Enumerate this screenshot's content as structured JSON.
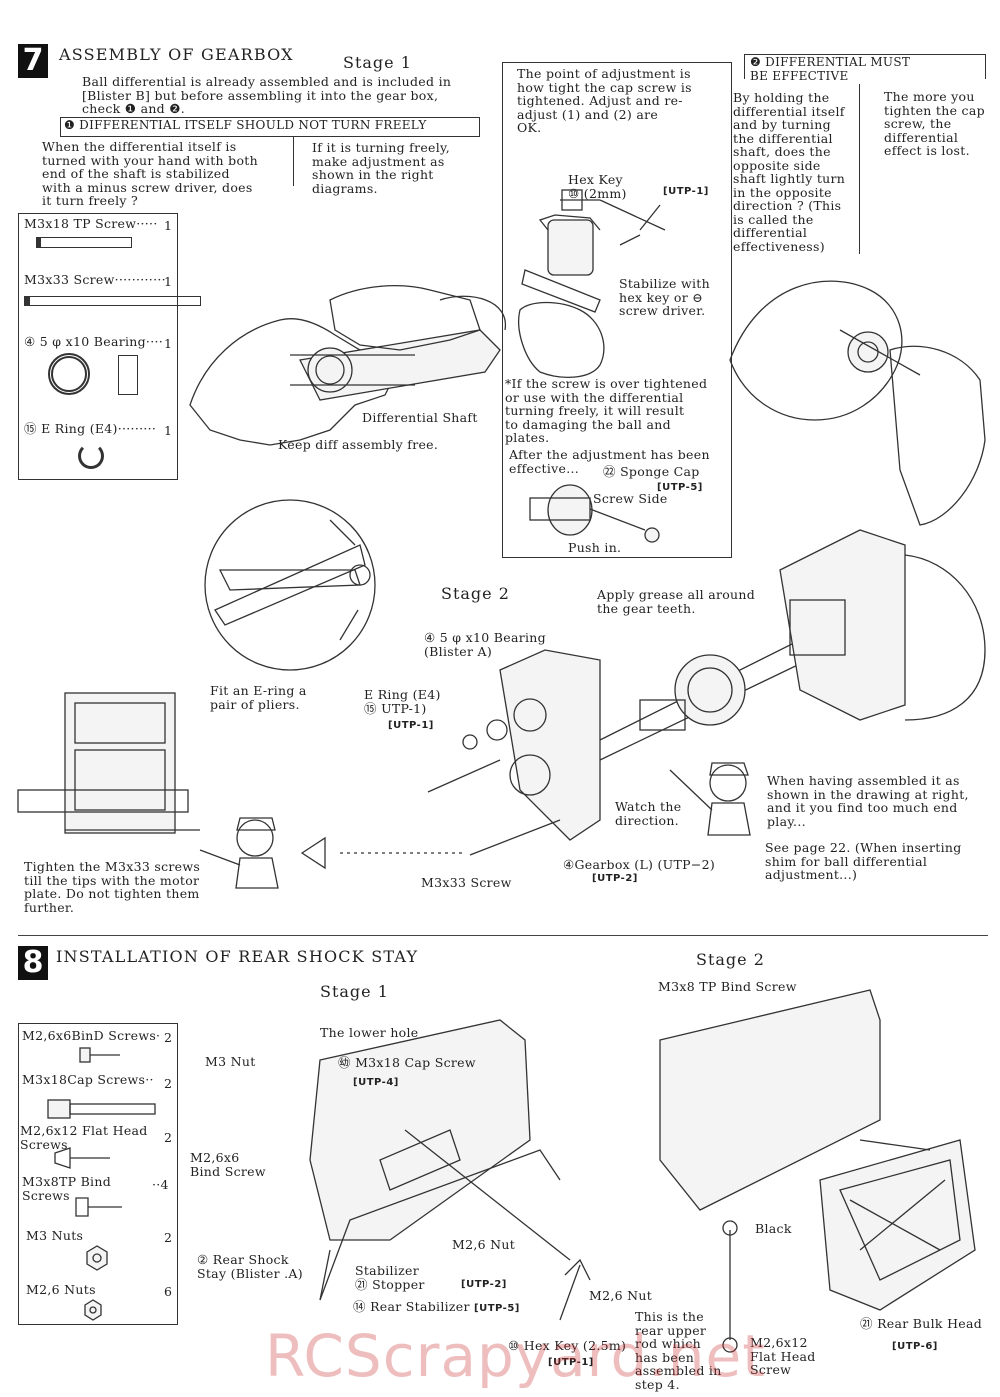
{
  "watermark": "RCScrapyard.net",
  "s7": {
    "number": "7",
    "title": "ASSEMBLY OF GEARBOX",
    "stage1": "Stage 1",
    "stage2": "Stage 2",
    "intro": "Ball differential is already assembled and is included in\n[Blister B]  but before assembling it into the gear box,\ncheck ❶ and ❷.",
    "check1_title": "❶ DIFFERENTIAL ITSELF SHOULD NOT TURN FREELY",
    "check1_left": "When the differential itself is\nturned with your hand with both\nend of the shaft is stabilized\nwith a minus screw driver, does\nit turn freely ?",
    "check1_right": "If it is turning freely,\nmake adjustment as\nshown in the right\ndiagrams.",
    "parts": [
      {
        "name": "M3x18  TP  Screw·····",
        "qty": "1"
      },
      {
        "name": "M3x33  Screw············",
        "qty": "1"
      },
      {
        "name": "④ 5 φ x10  Bearing····",
        "qty": "1"
      },
      {
        "name": "⑮ E  Ring  (E4)·········",
        "qty": "1"
      }
    ],
    "diff_shaft": "Differential  Shaft",
    "keep_free": "Keep  diff  assembly  free.",
    "adjust_box": {
      "point": "The  point  of  adjustment  is\nhow  tight  the  cap  screw  is\ntightened.  Adjust  and  re-\nadjust  (1)  and  (2)  are\nOK.",
      "hex_key": "Hex  Key\n⑩ (2mm)",
      "utp1": "[UTP-1]",
      "stabilize": "Stabilize  with\nhex  key  or ⊖\nscrew  driver.",
      "warning": "*If  the  screw  is  over  tightened\n or  use  with  the  differential\n turning  freely,  it  will  result\n to  damaging  the  ball  and\n plates.",
      "after": "After  the  adjustment  has  been\neffective...",
      "sponge_cap": "㉒  Sponge  Cap",
      "utp5": "[UTP-5]",
      "screw_side": "Screw  Side",
      "push_in": "Push  in."
    },
    "check2_title": "❷ DIFFERENTIAL  MUST\n    BE  EFFECTIVE",
    "check2_left": "By  holding  the\ndifferential  itself\nand  by  turning\nthe  differential\nshaft,  does  the\nopposite  side\nshaft  lightly  turn\nin  the  opposite\ndirection ? (This\nis  called  the\ndifferential\neffectiveness)",
    "check2_right": "The  more  you\ntighten  the  cap\nscrew,  the\ndifferential\neffect  is  lost.",
    "eclip_caption": "Fit  an  E-ring  a\npair  of  pliers.",
    "bearing_label": "④ 5 φ x10  Bearing\n(Blister  A)",
    "grease": "Apply  grease  all  around\nthe  gear  teeth.",
    "ering_label": "E  Ring  (E4)\n⑮ UTP-1)",
    "utp1b": "[UTP-1]",
    "endplay": "When  having  assembled  it  as\nshown  in  the  drawing  at  right,\nand  it  you  find  too  much  end\nplay...",
    "page22": "See  page  22.  (When  inserting\nshim  for  ball  differential\nadjustment...)",
    "watch": "Watch  the\ndirection.",
    "gearbox": "④Gearbox  (L)  (UTP−2)",
    "utp2": "[UTP-2]",
    "m3x33": "M3x33  Screw",
    "tighten": "Tighten  the  M3x33  screws\ntill  the  tips  with  the  motor\nplate.  Do  not  tighten  them\nfurther."
  },
  "s8": {
    "number": "8",
    "title": "INSTALLATION  OF  REAR  SHOCK  STAY",
    "stage1": "Stage  1",
    "stage2": "Stage  2",
    "parts": [
      {
        "name": "M2,6x6BinD  Screws·",
        "qty": "2"
      },
      {
        "name": "M3x18Cap  Screws··",
        "qty": "2"
      },
      {
        "name": "M2,6x12  Flat  Head\nScrews",
        "qty": "2"
      },
      {
        "name": "M3x8TP  Bind\nScrews",
        "qty": "··4"
      },
      {
        "name": "M3  Nuts",
        "qty": "2"
      },
      {
        "name": "M2,6  Nuts",
        "qty": "6"
      }
    ],
    "lower_hole": "The  lower  hole",
    "m3_nut": "M3  Nut",
    "m3x18cap": "㉅ M3x18  Cap  Screw",
    "utp4": "[UTP-4]",
    "bind": "M2,6x6\nBind  Screw",
    "m26nut": "M2,6  Nut",
    "rear_shock": "② Rear  Shock\nStay  (Blister .A)",
    "stopper": "Stabilizer\n㉑ Stopper",
    "utp2": "[UTP-2]",
    "rear_stab": "⑭ Rear  Stabilizer",
    "utp5": "[UTP-5]",
    "hexkey": "⑩ Hex  Key  (2.5m)",
    "utp1": "[UTP-1]",
    "m3x8": "M3x8  TP  Bind  Screw",
    "black": "Black",
    "m26nut2": "M2,6  Nut",
    "upper_rod": "This  is  the\nrear  upper\nrod  which\nhas  been\nassembled  in\nstep  4.",
    "flat_head": "M2,6x12\nFlat  Head\nScrew",
    "bulkhead": "㉑ Rear  Bulk  Head",
    "utp6": "[UTP-6]"
  }
}
